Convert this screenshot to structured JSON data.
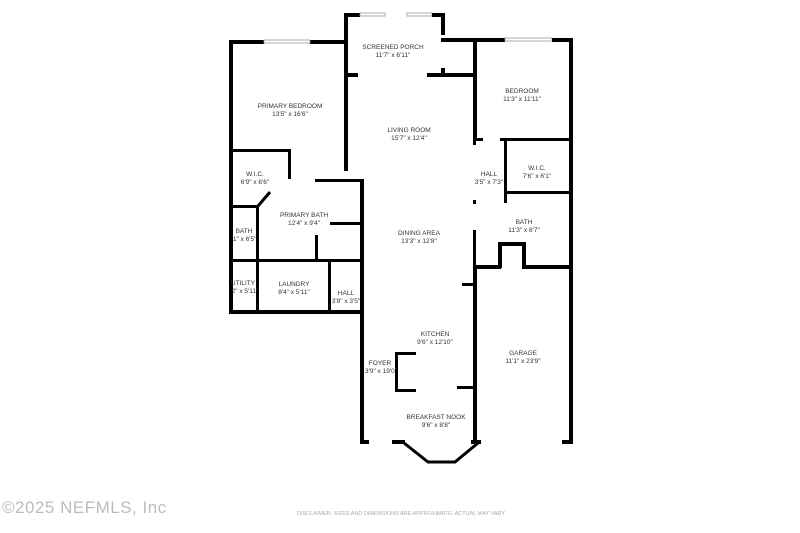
{
  "rooms": {
    "screened_porch": {
      "name": "SCREENED PORCH",
      "size": "11'7\" x 6'11\""
    },
    "primary_bedroom": {
      "name": "PRIMARY BEDROOM",
      "size": "13'5\" x 16'6\""
    },
    "bedroom": {
      "name": "BEDROOM",
      "size": "11'3\" x 11'11\""
    },
    "living_room": {
      "name": "LIVING ROOM",
      "size": "15'7\" x 12'4\""
    },
    "wic_primary": {
      "name": "W.I.C.",
      "size": "6'9\" x 6'6\""
    },
    "hall_right": {
      "name": "HALL",
      "size": "3'5\" x 7'3\""
    },
    "wic_right": {
      "name": "W.I.C.",
      "size": "7'6\" x 6'1\""
    },
    "primary_bath": {
      "name": "PRIMARY BATH",
      "size": "12'4\" x 9'4\""
    },
    "bath_left": {
      "name": "BATH",
      "size": "'1\" x 6'5\""
    },
    "bath_right": {
      "name": "BATH",
      "size": "11'3\" x 8'7\""
    },
    "dining_area": {
      "name": "DINING AREA",
      "size": "13'3\" x 12'8\""
    },
    "utility": {
      "name": "UTILITY",
      "size": "2\" x 5'11\""
    },
    "laundry": {
      "name": "LAUNDRY",
      "size": "8'4\" x 5'11\""
    },
    "hall_center": {
      "name": "HALL",
      "size": "3'8\" x 3'5\""
    },
    "kitchen": {
      "name": "KITCHEN",
      "size": "9'6\" x 12'10\""
    },
    "garage": {
      "name": "GARAGE",
      "size": "11'1\" x 23'9\""
    },
    "foyer": {
      "name": "FOYER",
      "size": "3'9\" x 19'0\""
    },
    "breakfast_nook": {
      "name": "BREAKFAST NOOK",
      "size": "9'6\" x 8'8\""
    }
  },
  "footer": {
    "copyright": "©2025 NEFMLS, Inc",
    "disclaimer": "DISCLAIMER: SIZES AND DIMENSIONS ARE APPROXIMATE. ACTUAL MAY VARY."
  },
  "colors": {
    "wall": "#000000",
    "background": "#ffffff"
  }
}
